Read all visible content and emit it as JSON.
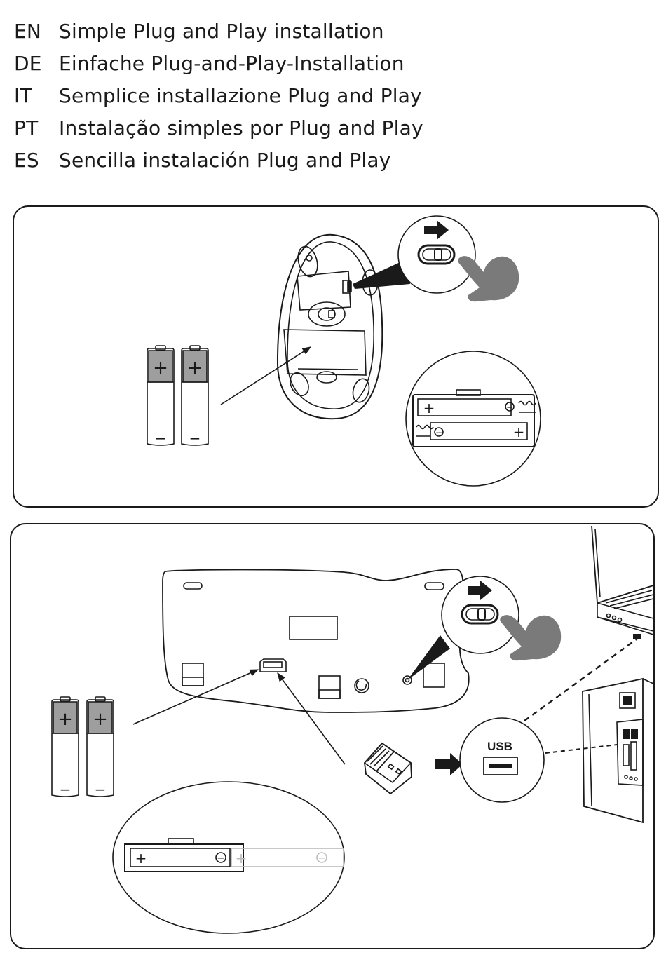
{
  "heading": {
    "languages": [
      {
        "code": "EN",
        "text": "Simple Plug and Play installation"
      },
      {
        "code": "DE",
        "text": "Einfache Plug-and-Play-Installation"
      },
      {
        "code": "IT",
        "text": "Semplice installazione Plug and Play"
      },
      {
        "code": "PT",
        "text": "Instalação simples por Plug and Play"
      },
      {
        "code": "ES",
        "text": "Sencilla instalación Plug and Play"
      }
    ]
  },
  "battery_marks": {
    "plus": "+",
    "minus": "−"
  },
  "usb_callout": {
    "label": "USB"
  },
  "colors": {
    "line": "#1a1a1a",
    "battery_cap": "#9e9e9e",
    "hand": "#7a7a7a"
  }
}
